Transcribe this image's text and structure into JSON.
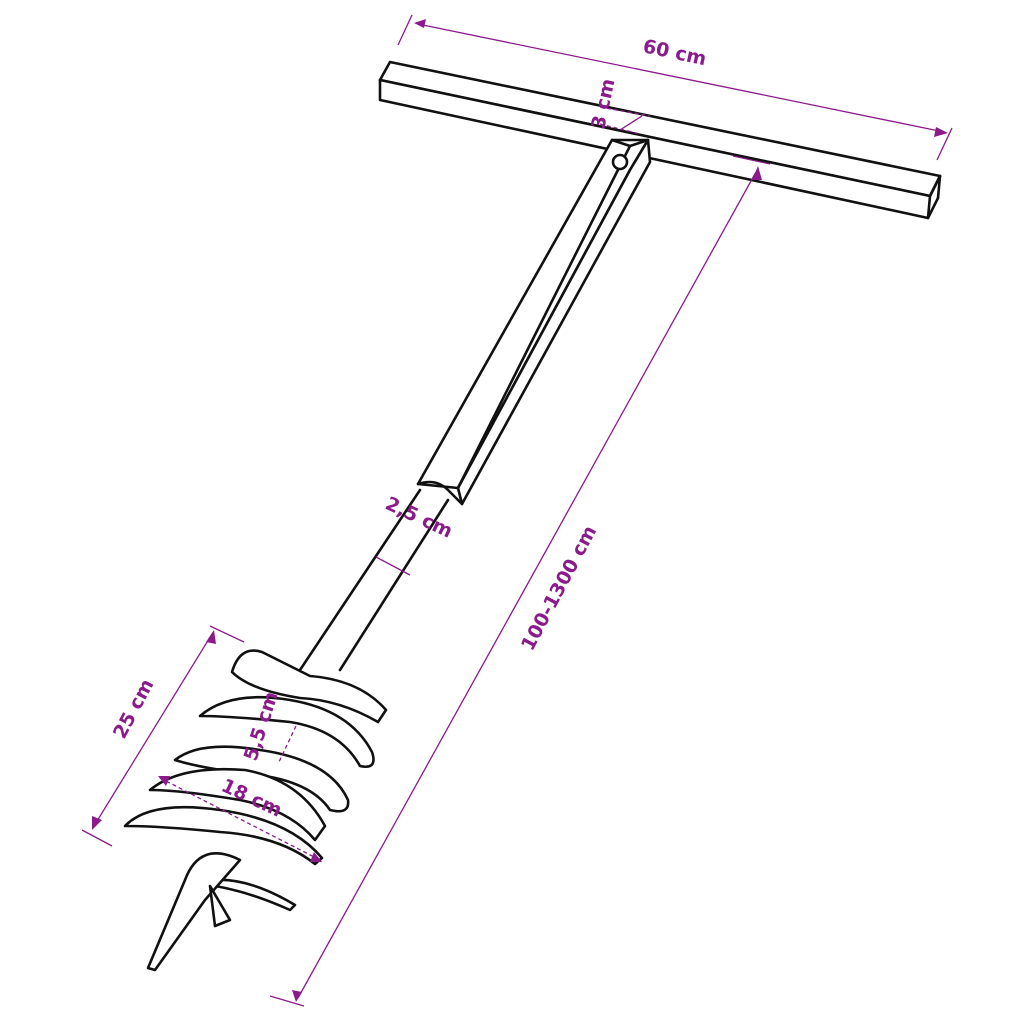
{
  "diagram": {
    "subject": "Earth auger (post hole digger) with T-handle",
    "colors": {
      "outline": "#111111",
      "dimension": "#8b1a8b",
      "background": "#ffffff"
    },
    "dimensions": {
      "handle_width": "60 cm",
      "handle_thickness": "3 cm",
      "shaft_diameter": "2,5 cm",
      "total_length": "100-1300 cm",
      "spiral_length": "25 cm",
      "spiral_pitch": "5,5 cm",
      "spiral_diameter": "18 cm"
    }
  }
}
